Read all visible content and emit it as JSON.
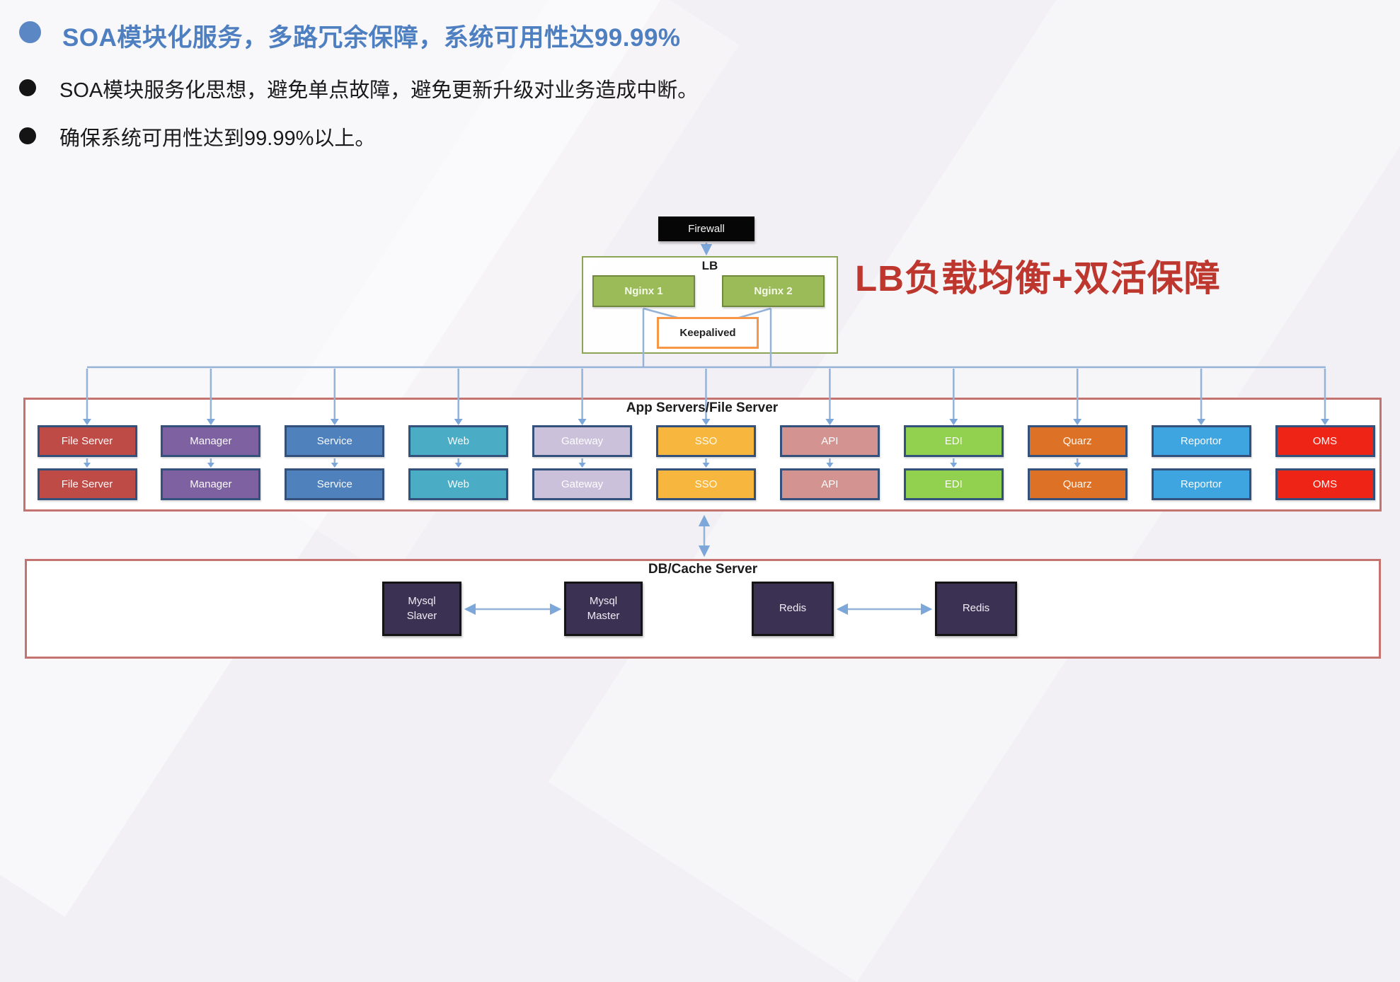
{
  "header": {
    "title": "SOA模块化服务，多路冗余保障，系统可用性达99.99%",
    "bullets": [
      "SOA模块服务化思想，避免单点故障，避免更新升级对业务造成中断。",
      "确保系统可用性达到99.99%以上。"
    ]
  },
  "annotation": {
    "text": "LB负载均衡+双活保障"
  },
  "colors": {
    "title": "#4d7fc1",
    "title_bullet": "#5b87c5",
    "annotation": "#bd372e",
    "connector_line": "#95b3d7",
    "arrowhead": "#7da7d9",
    "tier_border": "#c4736f",
    "server_box_border": "#34517b",
    "lb_border": "#8ca456",
    "nginx_fill": "#9bbb59",
    "keepalived_border": "#f79646",
    "firewall_fill": "#060606",
    "db_node_fill": "#3a3153"
  },
  "diagram": {
    "firewall_label": "Firewall",
    "lb": {
      "label": "LB",
      "nodes": [
        "Nginx 1",
        "Nginx 2"
      ],
      "keepalived_label": "Keepalived"
    },
    "app_tier": {
      "label": "App Servers/File Server",
      "rows": 2,
      "columns": [
        {
          "label": "File Server",
          "color": "#bf4b47",
          "linked": true
        },
        {
          "label": "Manager",
          "color": "#7e61a1",
          "linked": true
        },
        {
          "label": "Service",
          "color": "#4f81bd",
          "linked": true
        },
        {
          "label": "Web",
          "color": "#4bacc6",
          "linked": true
        },
        {
          "label": "Gateway",
          "color": "#ccc1da",
          "linked": true
        },
        {
          "label": "SSO",
          "color": "#f7b63d",
          "linked": true
        },
        {
          "label": "API",
          "color": "#d39491",
          "linked": true
        },
        {
          "label": "EDI",
          "color": "#92d050",
          "linked": true
        },
        {
          "label": "Quarz",
          "color": "#dd7226",
          "linked": true
        },
        {
          "label": "Reportor",
          "color": "#3fa5e0",
          "linked": false
        },
        {
          "label": "OMS",
          "color": "#ee2417",
          "linked": false
        }
      ]
    },
    "db_tier": {
      "label": "DB/Cache Server",
      "nodes": [
        {
          "label": "Mysql\nSlaver"
        },
        {
          "label": "Mysql\nMaster"
        },
        {
          "label": "Redis"
        },
        {
          "label": "Redis"
        }
      ]
    }
  }
}
